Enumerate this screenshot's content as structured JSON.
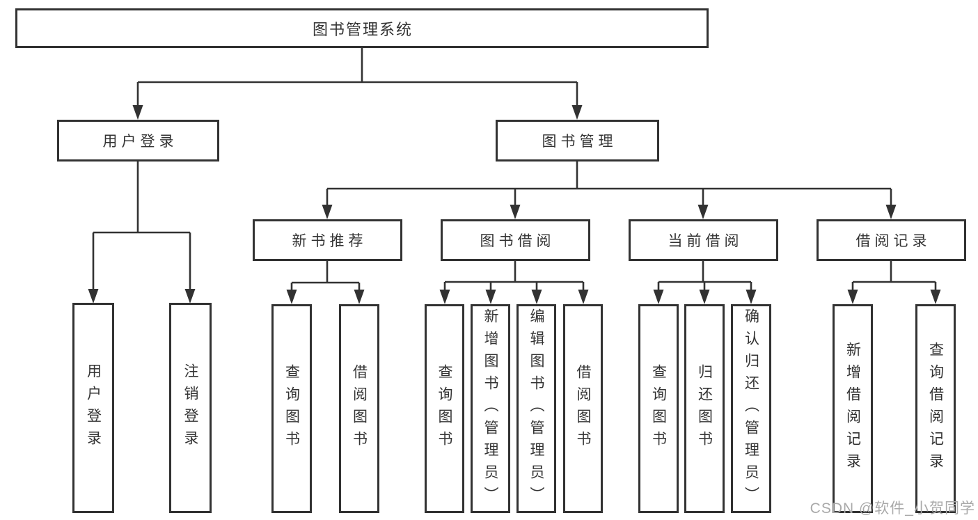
{
  "tree": {
    "label": "图书管理系统",
    "children": [
      {
        "label": "用户登录",
        "children": [
          {
            "label": "用户登录"
          },
          {
            "label": "注销登录"
          }
        ]
      },
      {
        "label": "图书管理",
        "children": [
          {
            "label": "新书推荐",
            "children": [
              {
                "label": "查询图书"
              },
              {
                "label": "借阅图书"
              }
            ]
          },
          {
            "label": "图书借阅",
            "children": [
              {
                "label": "查询图书"
              },
              {
                "label": "新增图书（管理员）"
              },
              {
                "label": "编辑图书（管理员）"
              },
              {
                "label": "借阅图书"
              }
            ]
          },
          {
            "label": "当前借阅",
            "children": [
              {
                "label": "查询图书"
              },
              {
                "label": "归还图书"
              },
              {
                "label": "确认归还（管理员）"
              }
            ]
          },
          {
            "label": "借阅记录",
            "children": [
              {
                "label": "新增借阅记录"
              },
              {
                "label": "查询借阅记录"
              }
            ]
          }
        ]
      }
    ]
  },
  "watermark": {
    "text": "CSDN @软件_小贺同学"
  },
  "colors": {
    "line": "#323232",
    "text": "#333333",
    "background": "#ffffff",
    "watermark": "#a9a9a9"
  }
}
